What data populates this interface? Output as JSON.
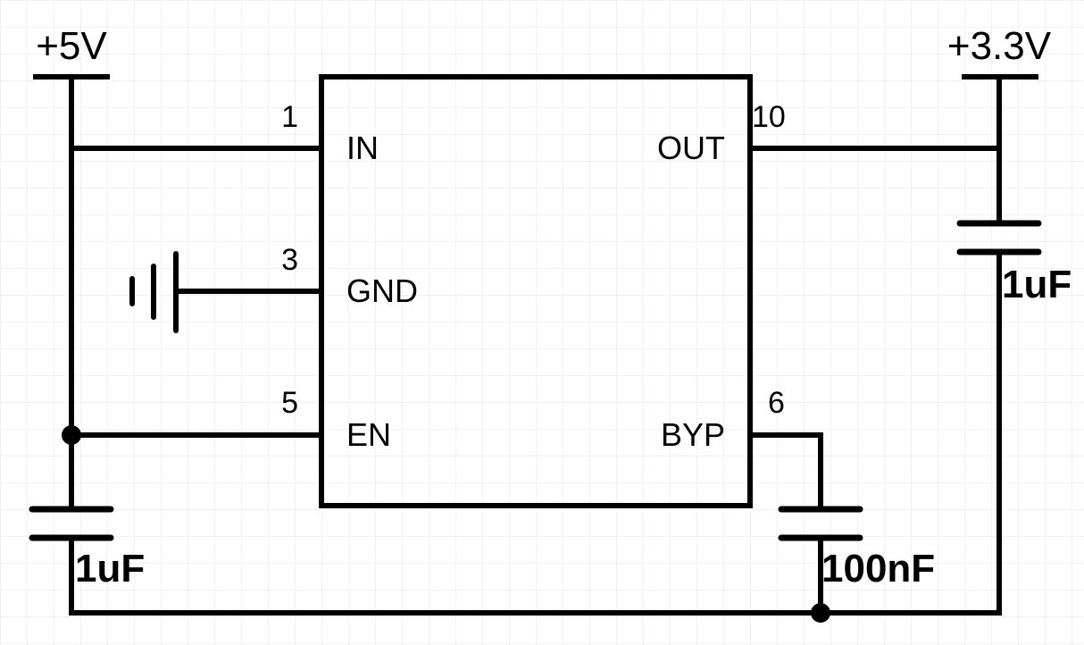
{
  "rails": {
    "vin_label": "+5V",
    "vout_label": "+3.3V"
  },
  "ic": {
    "pins": {
      "in": {
        "name": "IN",
        "number": "1"
      },
      "gnd": {
        "name": "GND",
        "number": "3"
      },
      "en": {
        "name": "EN",
        "number": "5"
      },
      "out": {
        "name": "OUT",
        "number": "10"
      },
      "byp": {
        "name": "BYP",
        "number": "6"
      }
    }
  },
  "capacitors": {
    "input": {
      "value": "1uF"
    },
    "output": {
      "value": "1uF"
    },
    "bypass": {
      "value": "100nF"
    }
  },
  "colors": {
    "ink": "#000000",
    "background": "#ffffff",
    "grid": "#e6e6e6"
  }
}
